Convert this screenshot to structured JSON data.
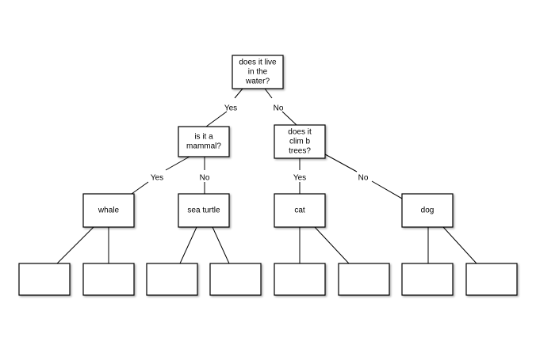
{
  "nodes": {
    "root": [
      "does it live",
      "in the",
      "water?"
    ],
    "mammal": [
      "is it a",
      "mammal?"
    ],
    "climb": [
      "does it",
      "clim b",
      "trees?"
    ],
    "whale": [
      "whale"
    ],
    "turtle": [
      "sea turtle"
    ],
    "cat": [
      "cat"
    ],
    "dog": [
      "dog"
    ]
  },
  "edge_labels": {
    "root_yes": "Yes",
    "root_no": "No",
    "mammal_yes": "Yes",
    "mammal_no": "No",
    "climb_yes": "Yes",
    "climb_no": "No"
  }
}
